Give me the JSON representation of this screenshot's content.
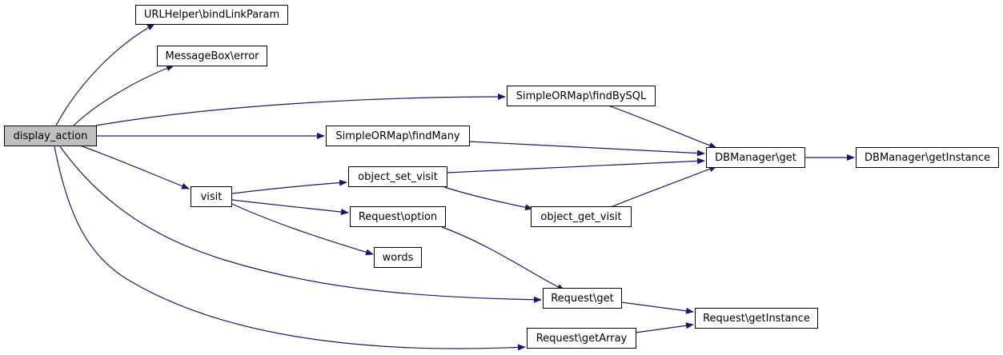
{
  "nodes": {
    "display_action": "display_action",
    "url_helper": "URLHelper\\bindLinkParam",
    "message_box": "MessageBox\\error",
    "find_by_sql": "SimpleORMap\\findBySQL",
    "find_many": "SimpleORMap\\findMany",
    "db_get": "DBManager\\get",
    "db_instance": "DBManager\\getInstance",
    "visit": "visit",
    "object_set_visit": "object_set_visit",
    "object_get_visit": "object_get_visit",
    "request_option": "Request\\option",
    "words": "words",
    "request_get": "Request\\get",
    "request_instance": "Request\\getInstance",
    "request_array": "Request\\getArray"
  },
  "colors": {
    "edge": "#191970",
    "root_fill": "#bfbfbf",
    "node_fill": "#ffffff"
  }
}
